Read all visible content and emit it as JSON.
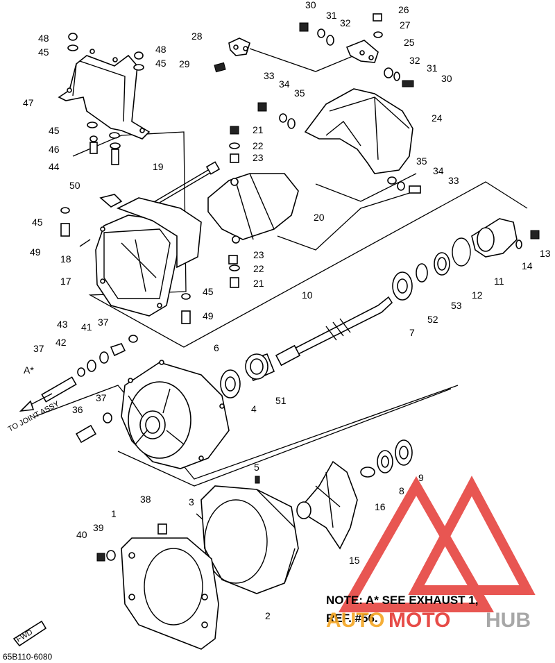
{
  "callouts": [
    "1",
    "2",
    "3",
    "4",
    "5",
    "6",
    "7",
    "8",
    "9",
    "10",
    "11",
    "12",
    "13",
    "14",
    "15",
    "16",
    "17",
    "18",
    "19",
    "20",
    "21",
    "22",
    "23",
    "24",
    "25",
    "26",
    "27",
    "28",
    "29",
    "30",
    "31",
    "32",
    "33",
    "34",
    "35",
    "36",
    "37",
    "38",
    "39",
    "40",
    "41",
    "42",
    "43",
    "44",
    "45",
    "46",
    "47",
    "48",
    "49",
    "50",
    "51",
    "52",
    "53"
  ],
  "side_labels": {
    "a_star": "A*",
    "to_joint": "TO JOINT ASSY"
  },
  "note": {
    "line1": "NOTE: A* SEE EXHAUST 1,",
    "line2": "REF. #56."
  },
  "drawing_code": "65B110-6080",
  "fwd_label": "FWD",
  "watermark": {
    "part1": "AUTO",
    "part2": "MOTO",
    "part3": "HUB",
    "color_red": "#e53935",
    "color_orange": "#f5a623",
    "color_gray": "#9e9e9e"
  }
}
